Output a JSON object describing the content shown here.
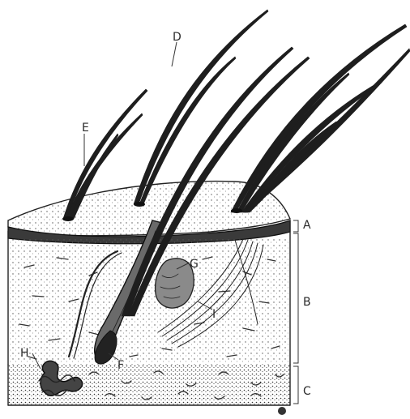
{
  "labels": {
    "A": "A",
    "B": "B",
    "C": "C",
    "D": "D",
    "E": "E",
    "F": "F",
    "G": "G",
    "H": "H",
    "I": "I"
  },
  "colors": {
    "ink": "#222222",
    "background": "#ffffff",
    "shade": "#9a9a9a"
  }
}
